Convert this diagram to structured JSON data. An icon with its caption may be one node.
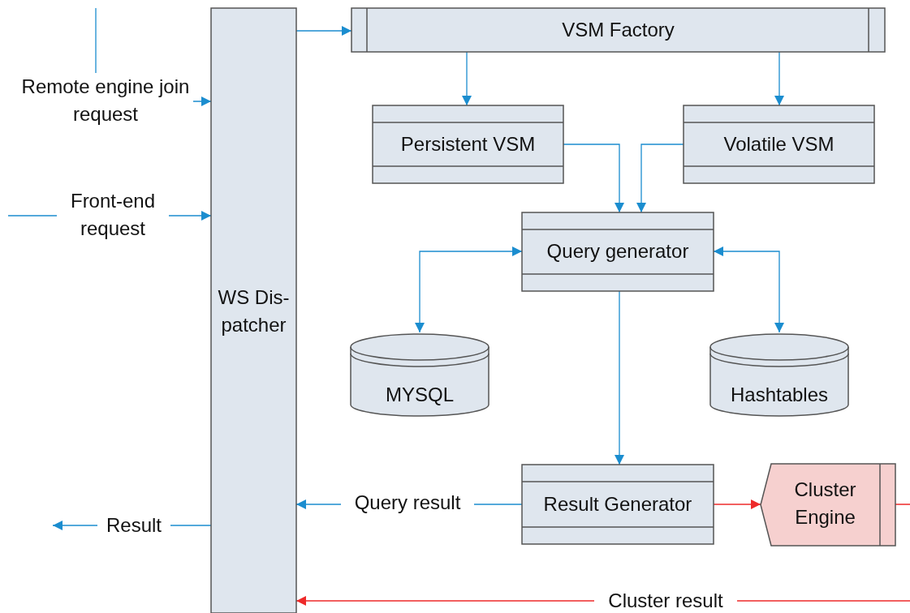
{
  "diagram": {
    "nodes": [
      {
        "text": [
          "WS Dis-patcher"
        ]
      },
      {
        "text": [
          "VSM Factory"
        ]
      },
      {
        "text": [
          "Persistent VSM"
        ]
      },
      {
        "text": [
          "Volatile VSM"
        ]
      },
      {
        "text": [
          "Query generator"
        ]
      },
      {
        "text": [
          "MYSQL"
        ]
      },
      {
        "text": [
          "Hashtables"
        ]
      },
      {
        "text": [
          "Result Generator"
        ]
      },
      {
        "text": [
          "Cluster Engine"
        ]
      }
    ],
    "edges": [
      {
        "from": null,
        "to": 0,
        "arrow": "to",
        "label": "Remote engine join request"
      },
      {
        "from": null,
        "to": 0,
        "arrow": "to",
        "label": "Front-end request"
      },
      {
        "from": 0,
        "to": 1,
        "arrow": "to"
      },
      {
        "from": 1,
        "to": 2,
        "arrow": "to"
      },
      {
        "from": 1,
        "to": 3,
        "arrow": "to"
      },
      {
        "from": 2,
        "to": 4,
        "arrow": "to"
      },
      {
        "from": 3,
        "to": 4,
        "arrow": "to"
      },
      {
        "from": 4,
        "to": 5,
        "arrow": "both"
      },
      {
        "from": 4,
        "to": 6,
        "arrow": "both"
      },
      {
        "from": 4,
        "to": 7,
        "arrow": "to"
      },
      {
        "from": 7,
        "to": 0,
        "arrow": "to",
        "label": "Query result"
      },
      {
        "from": 7,
        "to": 8,
        "arrow": "to",
        "color": "#ee2a2a"
      },
      {
        "from": 8,
        "to": 0,
        "arrow": "to",
        "label": "Cluster result",
        "color": "#ee2a2a"
      },
      {
        "from": 0,
        "to": null,
        "arrow": "to",
        "label": "Result"
      }
    ]
  }
}
